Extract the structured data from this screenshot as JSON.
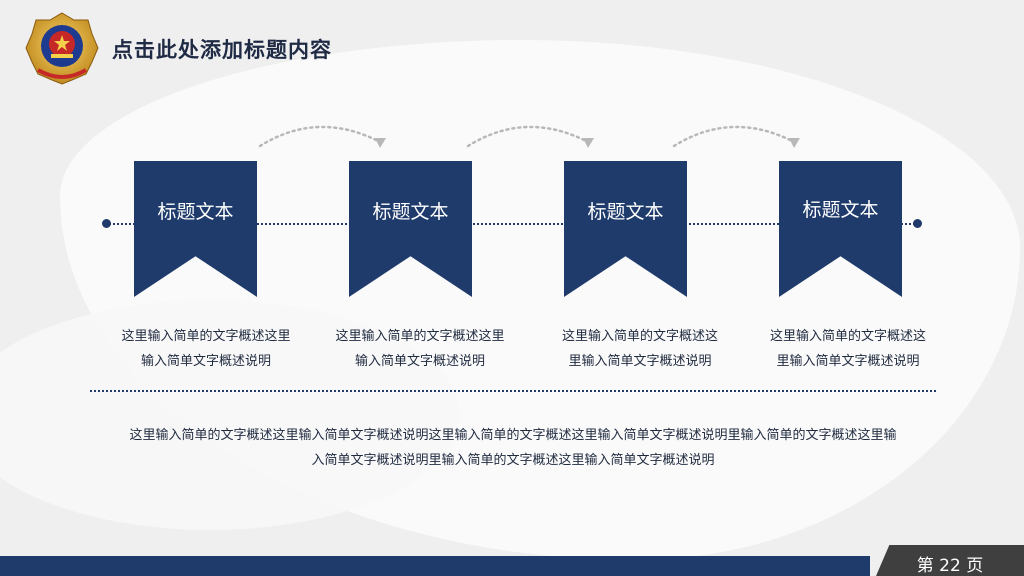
{
  "header": {
    "title": "点击此处添加标题内容",
    "emblem_icon": "police-emblem-icon"
  },
  "steps": [
    {
      "label": "标题文本",
      "desc_line1": "这里输入简单的文字概述这里",
      "desc_line2": "输入简单文字概述说明"
    },
    {
      "label": "标题文本",
      "desc_line1": "这里输入简单的文字概述这里",
      "desc_line2": "输入简单文字概述说明"
    },
    {
      "label": "标题文本",
      "desc_line1": "这里输入简单的文字概述这",
      "desc_line2": "里输入简单文字概述说明"
    },
    {
      "label": "标题文本",
      "desc_line1": "这里输入简单的文字概述这",
      "desc_line2": "里输入简单文字概述说明"
    }
  ],
  "body": {
    "line1": "这里输入简单的文字概述这里输入简单文字概述说明这里输入简单的文字概述这里输入简单文字概述说明里输入简单的文字概述这里输",
    "line2": "入简单文字概述说明里输入简单的文字概述这里输入简单文字概述说明"
  },
  "footer": {
    "page_label": "第 22 页"
  },
  "colors": {
    "primary": "#1f3b6b",
    "page_box": "#3f3f3f",
    "background": "#efefef"
  }
}
